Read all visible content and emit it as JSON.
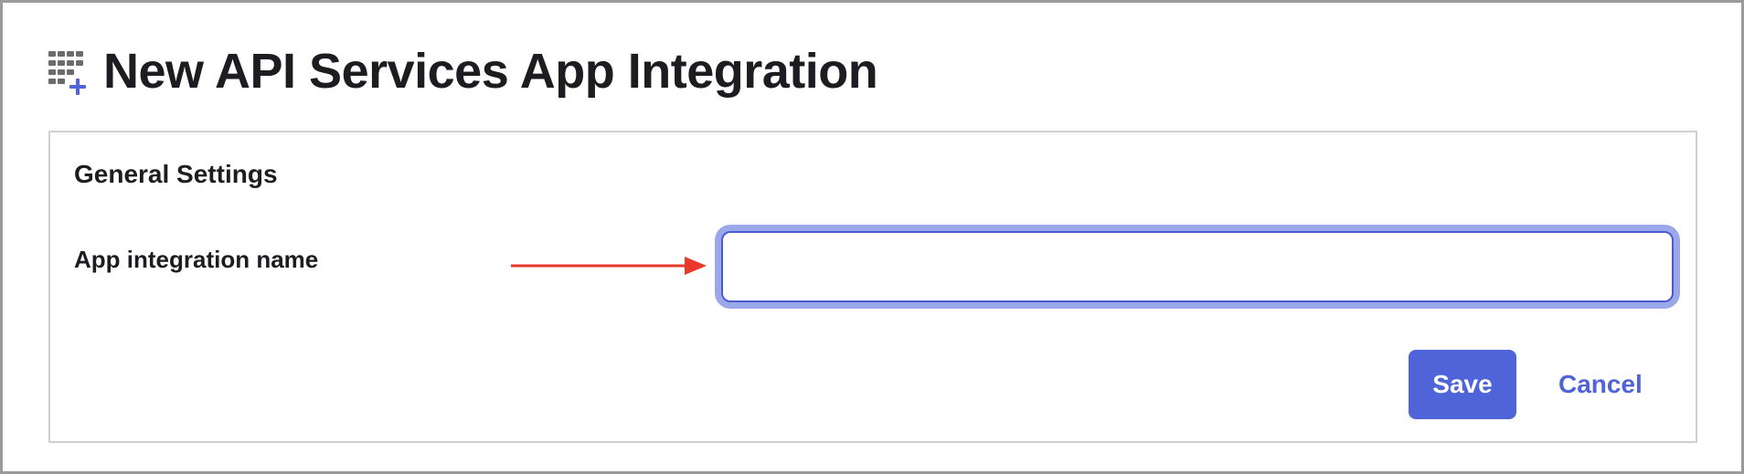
{
  "header": {
    "icon": "add-app-grid-icon",
    "title": "New API Services App Integration"
  },
  "general_settings": {
    "section_title": "General Settings",
    "app_name_label": "App integration name",
    "app_name_value": "",
    "app_name_placeholder": ""
  },
  "actions": {
    "save_label": "Save",
    "cancel_label": "Cancel"
  },
  "annotation": {
    "arrow_icon": "right-arrow-icon"
  },
  "colors": {
    "accent": "#4e64d8",
    "focus_ring": "#9aa8ea",
    "annotation_arrow": "#e8392b",
    "text": "#1d1d21",
    "panel_border": "#cfcfcf",
    "frame_border": "#9a9a9a"
  }
}
